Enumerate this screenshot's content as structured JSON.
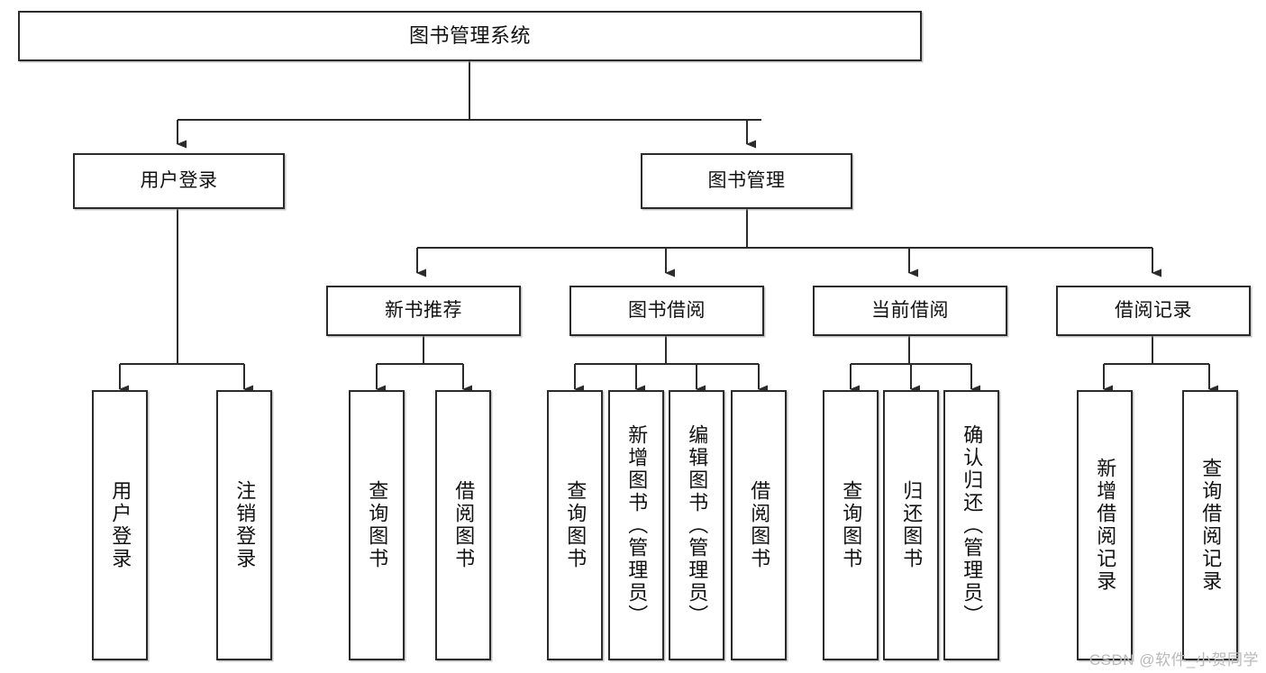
{
  "diagram": {
    "title": "图书管理系统",
    "type": "functional-structure-tree",
    "watermark": "CSDN @软件_小贺同学",
    "colors": {
      "node_border": "#2b2b2b",
      "node_fill": "#ffffff",
      "edge": "#2b2b2b",
      "text": "#111111",
      "watermark": "#b9b9b9",
      "background": "#ffffff"
    },
    "levels": [
      {
        "level": 0,
        "nodes": [
          {
            "id": "root",
            "label": "图书管理系统"
          }
        ]
      },
      {
        "level": 1,
        "nodes": [
          {
            "id": "l1-user-login",
            "label": "用户登录",
            "parent": "root"
          },
          {
            "id": "l1-book-mgmt",
            "label": "图书管理",
            "parent": "root"
          }
        ]
      },
      {
        "level": 2,
        "nodes": [
          {
            "id": "l2-new-book",
            "label": "新书推荐",
            "parent": "l1-book-mgmt"
          },
          {
            "id": "l2-borrow",
            "label": "图书借阅",
            "parent": "l1-book-mgmt"
          },
          {
            "id": "l2-current",
            "label": "当前借阅",
            "parent": "l1-book-mgmt"
          },
          {
            "id": "l2-record",
            "label": "借阅记录",
            "parent": "l1-book-mgmt"
          }
        ]
      },
      {
        "level": 3,
        "nodes": [
          {
            "id": "l3-1",
            "label": "用户登录",
            "parent": "l1-user-login"
          },
          {
            "id": "l3-2",
            "label": "注销登录",
            "parent": "l1-user-login"
          },
          {
            "id": "l3-3",
            "label": "查询图书",
            "parent": "l2-new-book"
          },
          {
            "id": "l3-4",
            "label": "借阅图书",
            "parent": "l2-new-book"
          },
          {
            "id": "l3-5",
            "label": "查询图书",
            "parent": "l2-borrow"
          },
          {
            "id": "l3-6",
            "label": "新增图书（管理员）",
            "parent": "l2-borrow"
          },
          {
            "id": "l3-7",
            "label": "编辑图书（管理员）",
            "parent": "l2-borrow"
          },
          {
            "id": "l3-8",
            "label": "借阅图书",
            "parent": "l2-borrow"
          },
          {
            "id": "l3-9",
            "label": "查询图书",
            "parent": "l2-current"
          },
          {
            "id": "l3-10",
            "label": "归还图书",
            "parent": "l2-current"
          },
          {
            "id": "l3-11",
            "label": "确认归还（管理员）",
            "parent": "l2-current"
          },
          {
            "id": "l3-12",
            "label": "新增借阅记录",
            "parent": "l2-record"
          },
          {
            "id": "l3-13",
            "label": "查询借阅记录",
            "parent": "l2-record"
          }
        ]
      }
    ]
  }
}
